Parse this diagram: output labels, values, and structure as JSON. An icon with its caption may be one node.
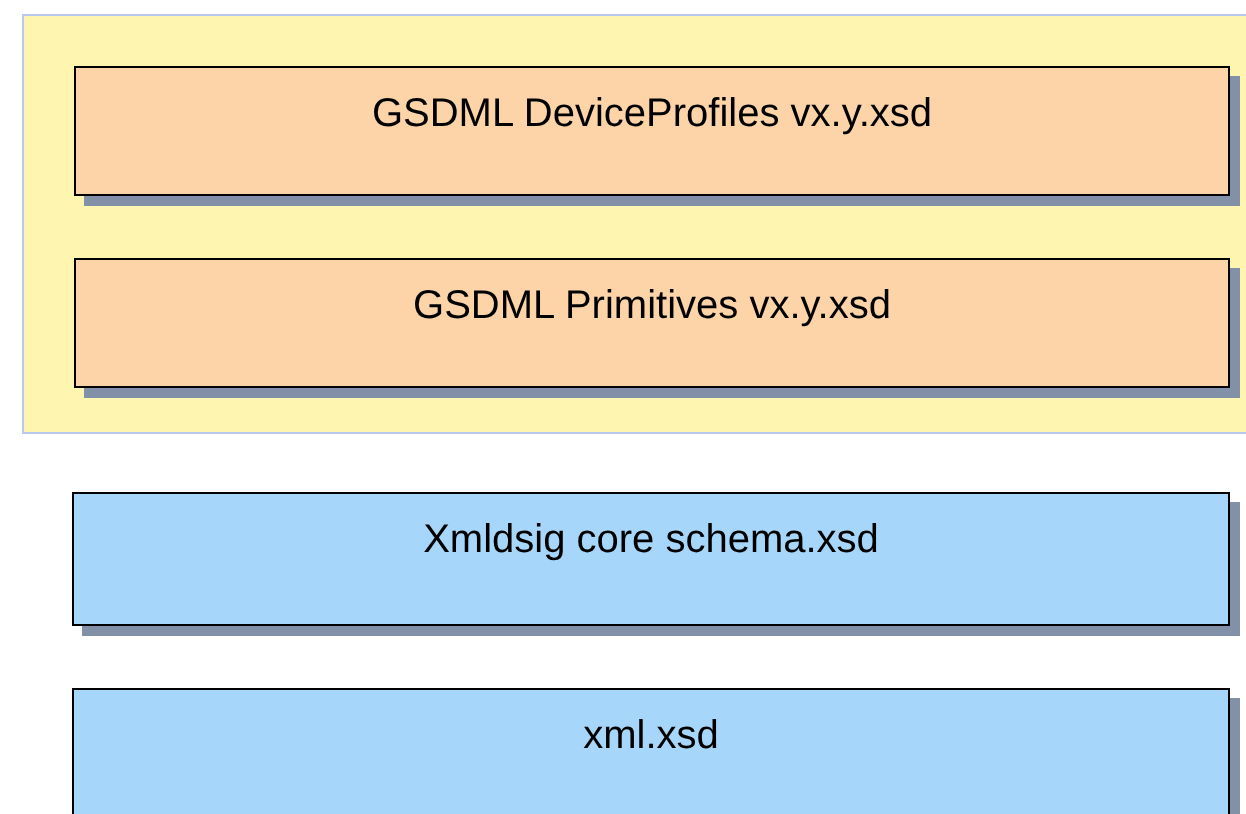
{
  "diagram": {
    "nodes": [
      {
        "text": [],
        "shape": "box"
      },
      {
        "text": [
          "GSDML DeviceProfiles vx.y.xsd"
        ],
        "in": 0
      },
      {
        "text": [
          "GSDML Primitives vx.y.xsd"
        ],
        "in": 0
      },
      {
        "text": [
          "Xmldsig core schema.xsd"
        ]
      },
      {
        "text": [
          "xml.xsd"
        ]
      }
    ]
  }
}
